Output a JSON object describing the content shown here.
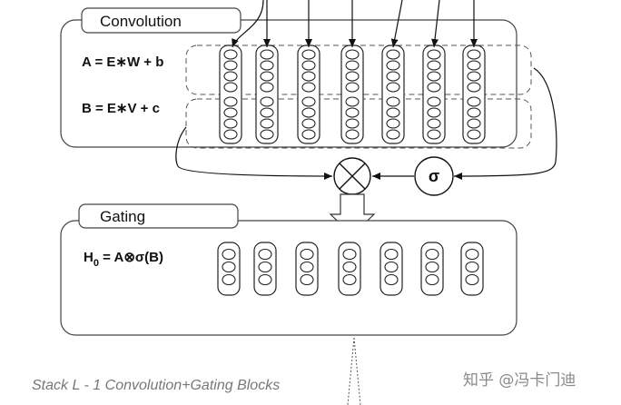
{
  "convolution_block": {
    "title": "Convolution",
    "eq_a": "A = E∗W + b",
    "eq_b": "B = E∗V + c",
    "column_count": 7,
    "units_per_half": 4
  },
  "sigmoid_symbol": "σ",
  "gating_block": {
    "title": "Gating",
    "eq_h_main": "H",
    "eq_h_sub": "0",
    "eq_h_rest": " = A⊗σ(B)",
    "column_count": 7,
    "units_per_column": 3
  },
  "caption": "Stack L - 1 Convolution+Gating Blocks",
  "watermark": "知乎 @冯卡门迪"
}
